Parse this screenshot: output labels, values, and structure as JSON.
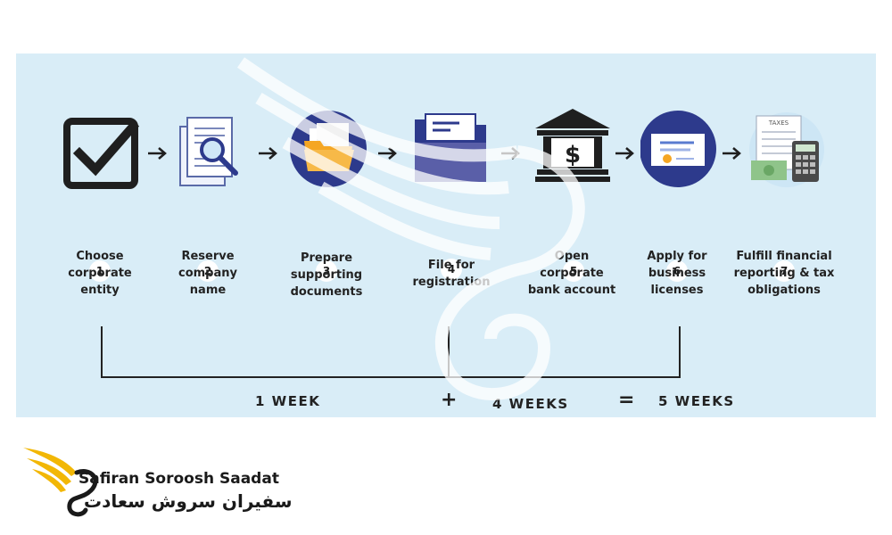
{
  "steps": [
    {
      "number": "1",
      "label": "Choose\ncorporate\nentity",
      "icon": "checkbox-icon"
    },
    {
      "number": "2",
      "label": "Reserve\ncompany\nname",
      "icon": "document-search-icon"
    },
    {
      "number": "3",
      "label": "Prepare\nsupporting\ndocuments",
      "icon": "folder-icon"
    },
    {
      "number": "4",
      "label": "File for\nregistration",
      "icon": "file-folder-icon"
    },
    {
      "number": "5",
      "label": "Open\ncorporate\nbank account",
      "icon": "bank-icon"
    },
    {
      "number": "6",
      "label": "Apply for\nbusiness\nlicenses",
      "icon": "certificate-icon"
    },
    {
      "number": "7",
      "label": "Fulfill financial\nreporting & tax\nobligations",
      "icon": "taxes-calculator-icon"
    }
  ],
  "icon_text": {
    "taxes": "TAXES"
  },
  "timeline": {
    "first": "1 WEEK",
    "plus": "+",
    "second": "4 WEEKS",
    "equals": "=",
    "total": "5 WEEKS"
  },
  "brand": {
    "name_en": "Safiran Soroosh Saadat",
    "name_fa": "سفیران سروش سعادت"
  },
  "colors": {
    "panel": "#d9edf7",
    "navy": "#2d3a8c",
    "purple": "#5a5fa8",
    "orange": "#f5a623"
  }
}
